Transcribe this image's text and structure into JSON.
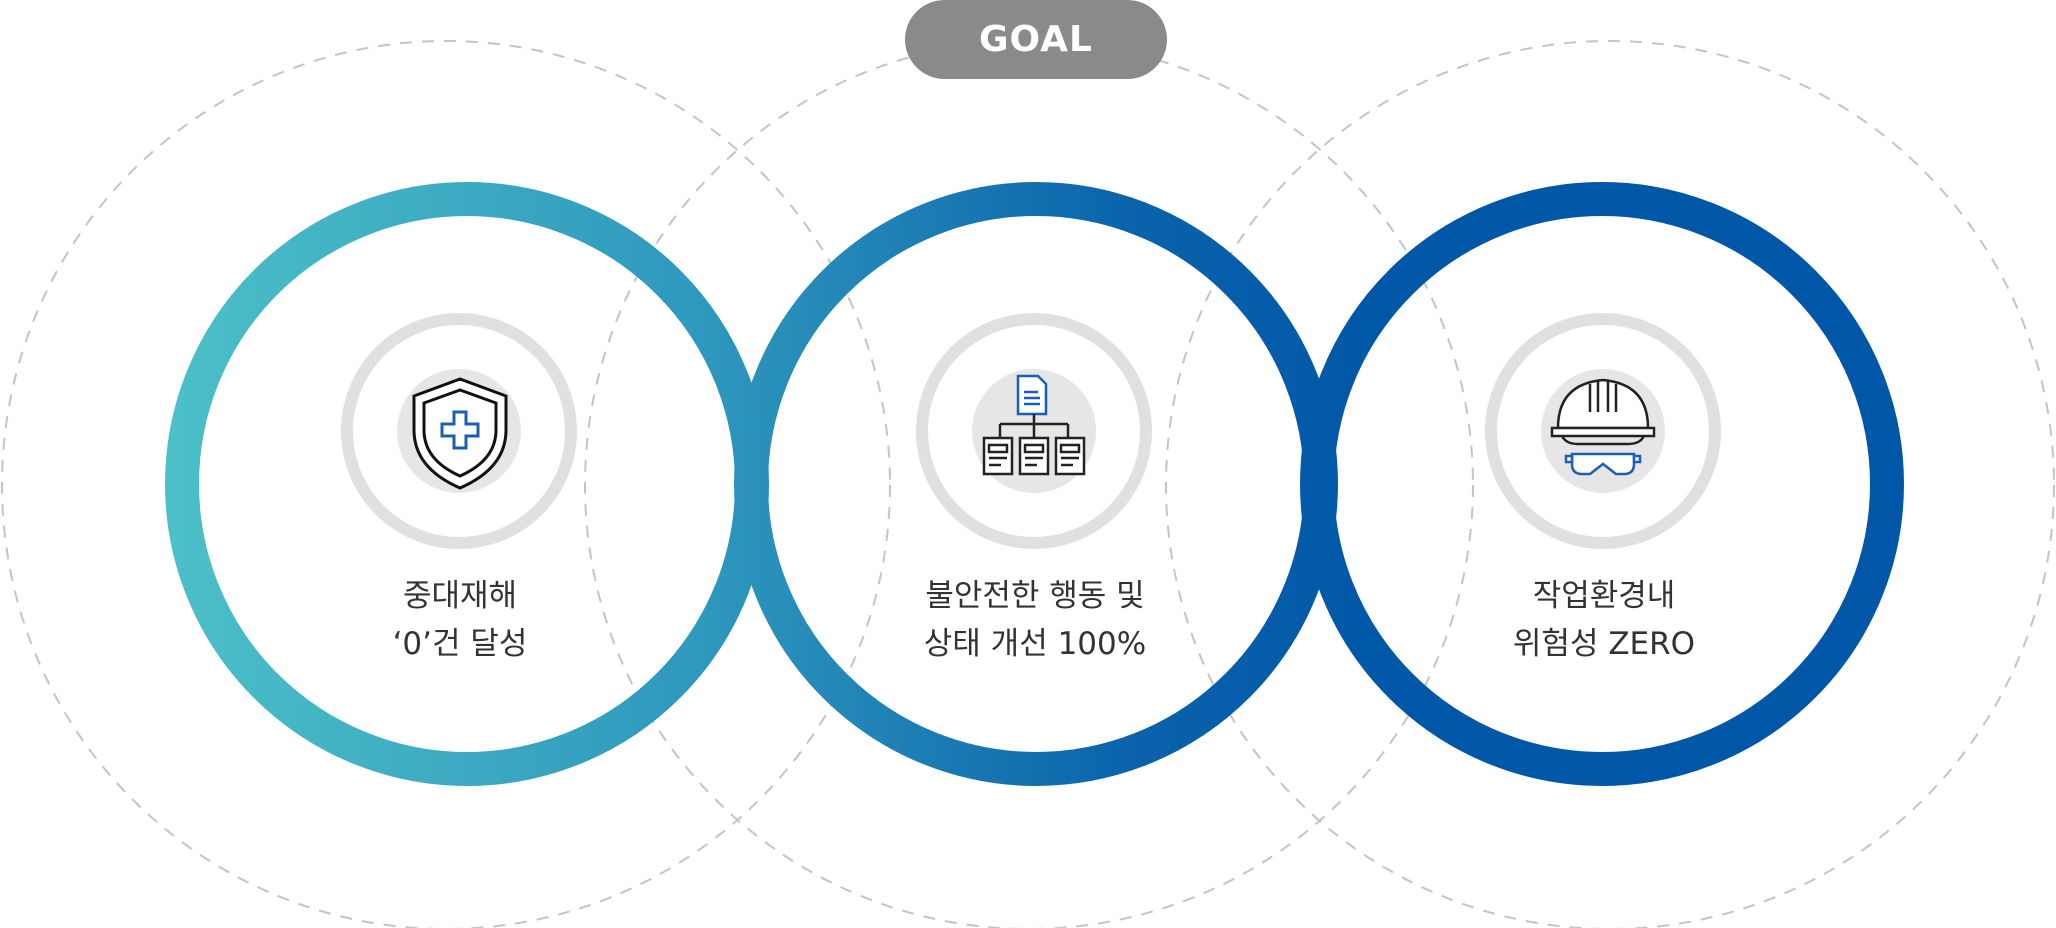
{
  "goal_label": "GOAL",
  "items": [
    {
      "icon": "shield-cross-icon",
      "line1": "중대재해",
      "line2": "‘0’건 달성"
    },
    {
      "icon": "document-hierarchy-icon",
      "line1": "불안전한 행동 및",
      "line2": "상태 개선 100%"
    },
    {
      "icon": "hardhat-goggles-icon",
      "line1": "작업환경내",
      "line2": "위험성 ZERO"
    }
  ],
  "colors": {
    "ring_start": "#4cc0c8",
    "ring_mid": "#2a8fbb",
    "ring_end": "#0057a8",
    "goal_bg": "#8a8a8a",
    "icon_accent": "#1a5fb4"
  }
}
